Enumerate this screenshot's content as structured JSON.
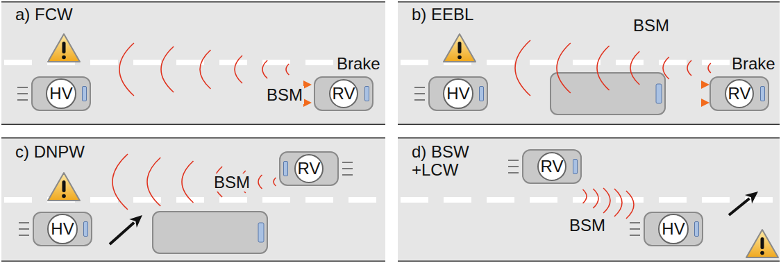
{
  "diagram": {
    "nodes": [
      {
        "text": [
          "a) FCW"
        ]
      },
      {
        "text": [
          "HV"
        ],
        "in": 0
      },
      {
        "text": [
          "RV"
        ],
        "in": 0
      },
      {
        "text": [
          "b) EEBL"
        ]
      },
      {
        "text": [
          "HV"
        ],
        "in": 3
      },
      {
        "text": [
          "RV"
        ],
        "in": 3
      },
      {
        "text": [
          "c) DNPW"
        ]
      },
      {
        "text": [
          "RV"
        ],
        "in": 6
      },
      {
        "text": [
          "HV"
        ],
        "in": 6
      },
      {
        "text": [
          "d) BSW +LCW"
        ]
      },
      {
        "text": [
          "RV"
        ],
        "in": 9
      },
      {
        "text": [
          "HV"
        ],
        "in": 9
      }
    ],
    "labels": [
      "Brake",
      "BSM",
      "BSM",
      "Brake",
      "BSM",
      "BSM"
    ]
  }
}
